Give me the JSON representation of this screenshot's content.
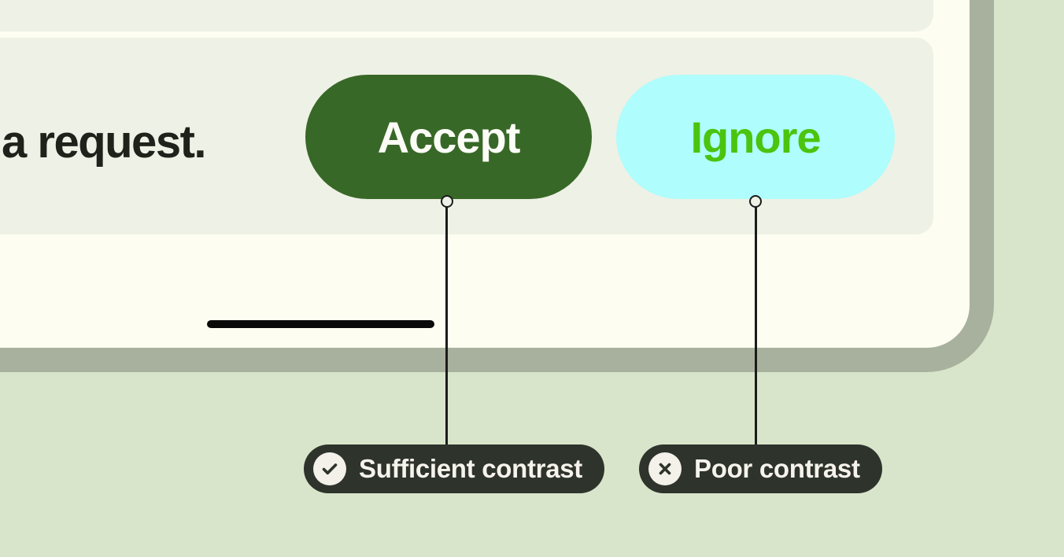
{
  "notification": {
    "message_text": "a request.",
    "buttons": {
      "accept": {
        "label": "Accept"
      },
      "ignore": {
        "label": "Ignore"
      }
    }
  },
  "annotations": {
    "sufficient": {
      "label": "Sufficient contrast",
      "icon": "check-circle-icon"
    },
    "poor": {
      "label": "Poor contrast",
      "icon": "x-circle-icon"
    }
  },
  "colors": {
    "background": "#d8e5ca",
    "card": "#fdfdf1",
    "card_shadow": "#a8b19d",
    "panel": "#eef1e5",
    "message_text": "#1e221b",
    "accept_bg": "#386827",
    "accept_text": "#fcfcf7",
    "ignore_bg": "#affdfc",
    "ignore_text": "#4ac40e",
    "home_indicator": "#0a0a0a",
    "connector": "#1b1b1b",
    "connector_dot_fill": "#eef1e5",
    "annotation_bg": "#2e332c",
    "annotation_text": "#f5f3eb",
    "annotation_icon_bg": "#f3f1e9",
    "annotation_icon_glyph": "#2e332c"
  }
}
